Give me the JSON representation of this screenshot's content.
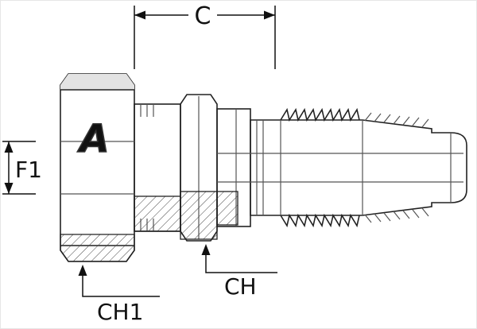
{
  "drawing": {
    "labels": {
      "c": "C",
      "f1": "F1",
      "ch": "CH",
      "ch1": "CH1"
    },
    "logo_letter": "A",
    "colors": {
      "line": "#222222",
      "detail_line": "#555555",
      "fill_light": "#efefef",
      "fill_mid": "#e9e9e9",
      "facet_shade": "#e3e3e3",
      "background": "#ffffff"
    }
  }
}
